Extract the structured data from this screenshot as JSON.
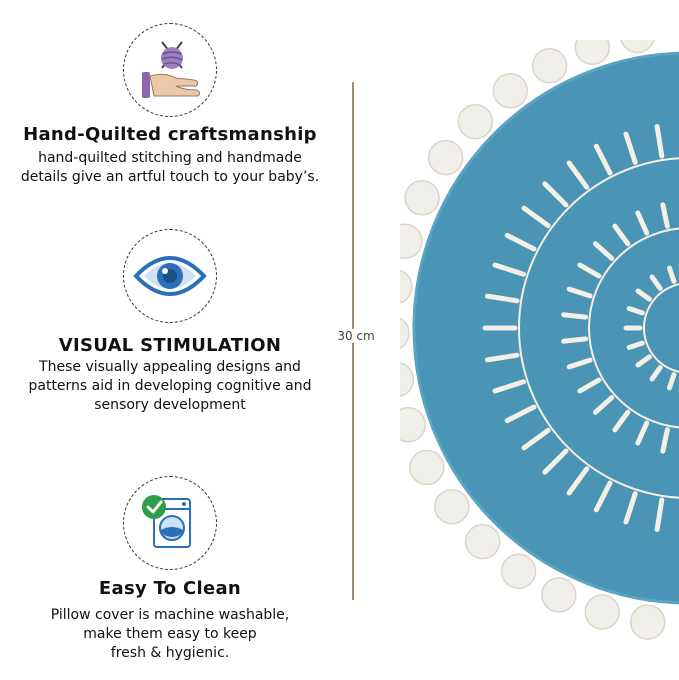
{
  "features": [
    {
      "icon": "yarn-hand-icon",
      "title": "Hand-Quilted craftsmanship",
      "description": [
        "hand-quilted stitching and handmade",
        "details give an artful touch to your baby’s."
      ]
    },
    {
      "icon": "eye-icon",
      "title": "VISUAL STIMULATION",
      "description": [
        "These visually appealing designs and",
        "patterns aid in developing cognitive and",
        "sensory development"
      ]
    },
    {
      "icon": "washing-machine-check-icon",
      "title": "Easy To Clean",
      "description": [
        "Pillow cover is machine washable,",
        "make them easy to keep",
        "fresh & hygienic."
      ]
    }
  ],
  "measurement": {
    "label": "30 cm"
  },
  "colors": {
    "pillow_blue": "#4a95b5",
    "tassel": "#f1efe9",
    "stitch": "#f4f0e6",
    "accent_purple": "#9b7fbf",
    "accent_blue": "#2b6fb8",
    "accent_green": "#2e9e4a",
    "measure_line": "#a58c6f"
  }
}
